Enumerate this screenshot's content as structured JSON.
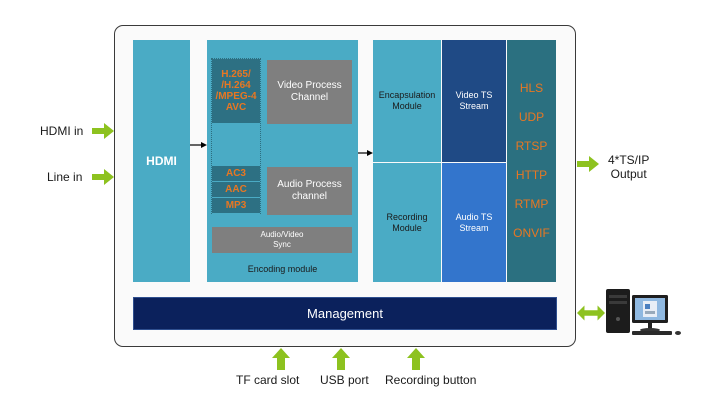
{
  "inputs": [
    {
      "label": "HDMI in"
    },
    {
      "label": "Line in"
    }
  ],
  "hdmi_block": {
    "label": "HDMI"
  },
  "encoding_module": {
    "label": "Encoding module",
    "video_codecs": [
      "H.265/",
      "/H.264",
      "/MPEG-4",
      "AVC"
    ],
    "audio_codecs": [
      "AC3",
      "AAC",
      "MP3"
    ],
    "video_process": [
      "Video Process",
      "Channel"
    ],
    "audio_process": [
      "Audio Process",
      "channel"
    ],
    "av_sync": [
      "Audio/Video",
      "Sync"
    ]
  },
  "encapsulation_module": {
    "lines": [
      "Encapsulation",
      "Module"
    ]
  },
  "recording_module": {
    "lines": [
      "Recording",
      "Module"
    ]
  },
  "video_ts": {
    "lines": [
      "Video TS",
      "Stream"
    ]
  },
  "audio_ts": {
    "lines": [
      "Audio TS",
      "Stream"
    ]
  },
  "protocols": [
    "HLS",
    "UDP",
    "RTSP",
    "HTTP",
    "RTMP",
    "ONVIF"
  ],
  "management": {
    "label": "Management"
  },
  "output": {
    "lines": [
      "4*TS/IP",
      "Output"
    ]
  },
  "bottom_inputs": [
    {
      "label": "TF card slot"
    },
    {
      "label": "USB port"
    },
    {
      "label": "Recording button"
    }
  ],
  "pc": {
    "icon": "desktop-computer-icon"
  },
  "colors": {
    "light_teal": "#4aabc5",
    "dark_teal": "#2b7080",
    "navy": "#0b215c",
    "video_ts_blue": "#1f4a85",
    "audio_ts_blue": "#3375cc",
    "gray": "#7f7f7f",
    "orange": "#e87722",
    "green_arrow": "#8dc21f"
  }
}
